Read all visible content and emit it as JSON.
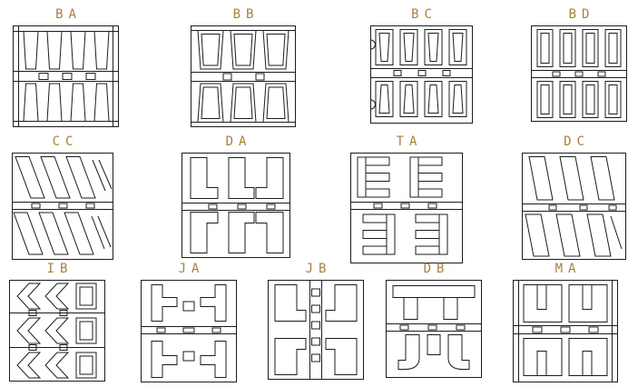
{
  "colors": {
    "background": "#ffffff",
    "label": "#a8813c",
    "line": "#1c1c1c"
  },
  "patterns": [
    {
      "label": "BA"
    },
    {
      "label": "BB"
    },
    {
      "label": "BC"
    },
    {
      "label": "BD"
    },
    {
      "label": "CC"
    },
    {
      "label": "DA"
    },
    {
      "label": "TA"
    },
    {
      "label": "DC"
    },
    {
      "label": "IB"
    },
    {
      "label": "JA"
    },
    {
      "label": "JB"
    },
    {
      "label": "DB"
    },
    {
      "label": "MA"
    }
  ]
}
